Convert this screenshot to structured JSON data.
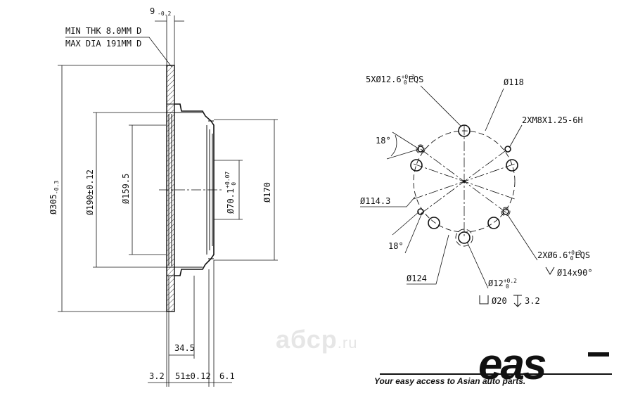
{
  "notes": {
    "min_thk": "MIN THK 8.0MM D",
    "max_dia": "MAX DIA 191MM D"
  },
  "side_view": {
    "thk_tol": {
      "main": "9",
      "sup": "",
      "sub": "-0.2"
    },
    "dia_305": {
      "main": "Ø305",
      "sub": "-0.3"
    },
    "dia_190": "Ø190±0.12",
    "dia_159": "Ø159.5",
    "dia_70": {
      "main": "Ø70.1",
      "sup": "+0.07",
      "sub": "0"
    },
    "dia_170": "Ø170",
    "len_345": "34.5",
    "len_32": "3.2",
    "len_51": "51±0.12",
    "len_61": "6.1"
  },
  "front_view": {
    "holes_5x": {
      "main": "5XØ12.6",
      "sup": "+0.2",
      "sub": "0",
      "tail": "EQS"
    },
    "dia_118": "Ø118",
    "thread": "2XM8X1.25-6H",
    "angle_top": "18°",
    "dia_114": "Ø114.3",
    "angle_bottom": "18°",
    "holes_2x": {
      "main": "2XØ6.6",
      "sup": "+0.2",
      "sub": "0",
      "tail": "EQS"
    },
    "csk": "Ø14x90°",
    "dia_124": "Ø124",
    "dia_12": {
      "main": "Ø12",
      "sup": "+0.2",
      "sub": "0"
    },
    "cbore": "Ø20",
    "depth": "3.2"
  },
  "branding": {
    "watermark": "aбсp",
    "watermark_tld": ".ru",
    "logo": "eas",
    "tagline": "Your easy access to Asian auto parts."
  }
}
